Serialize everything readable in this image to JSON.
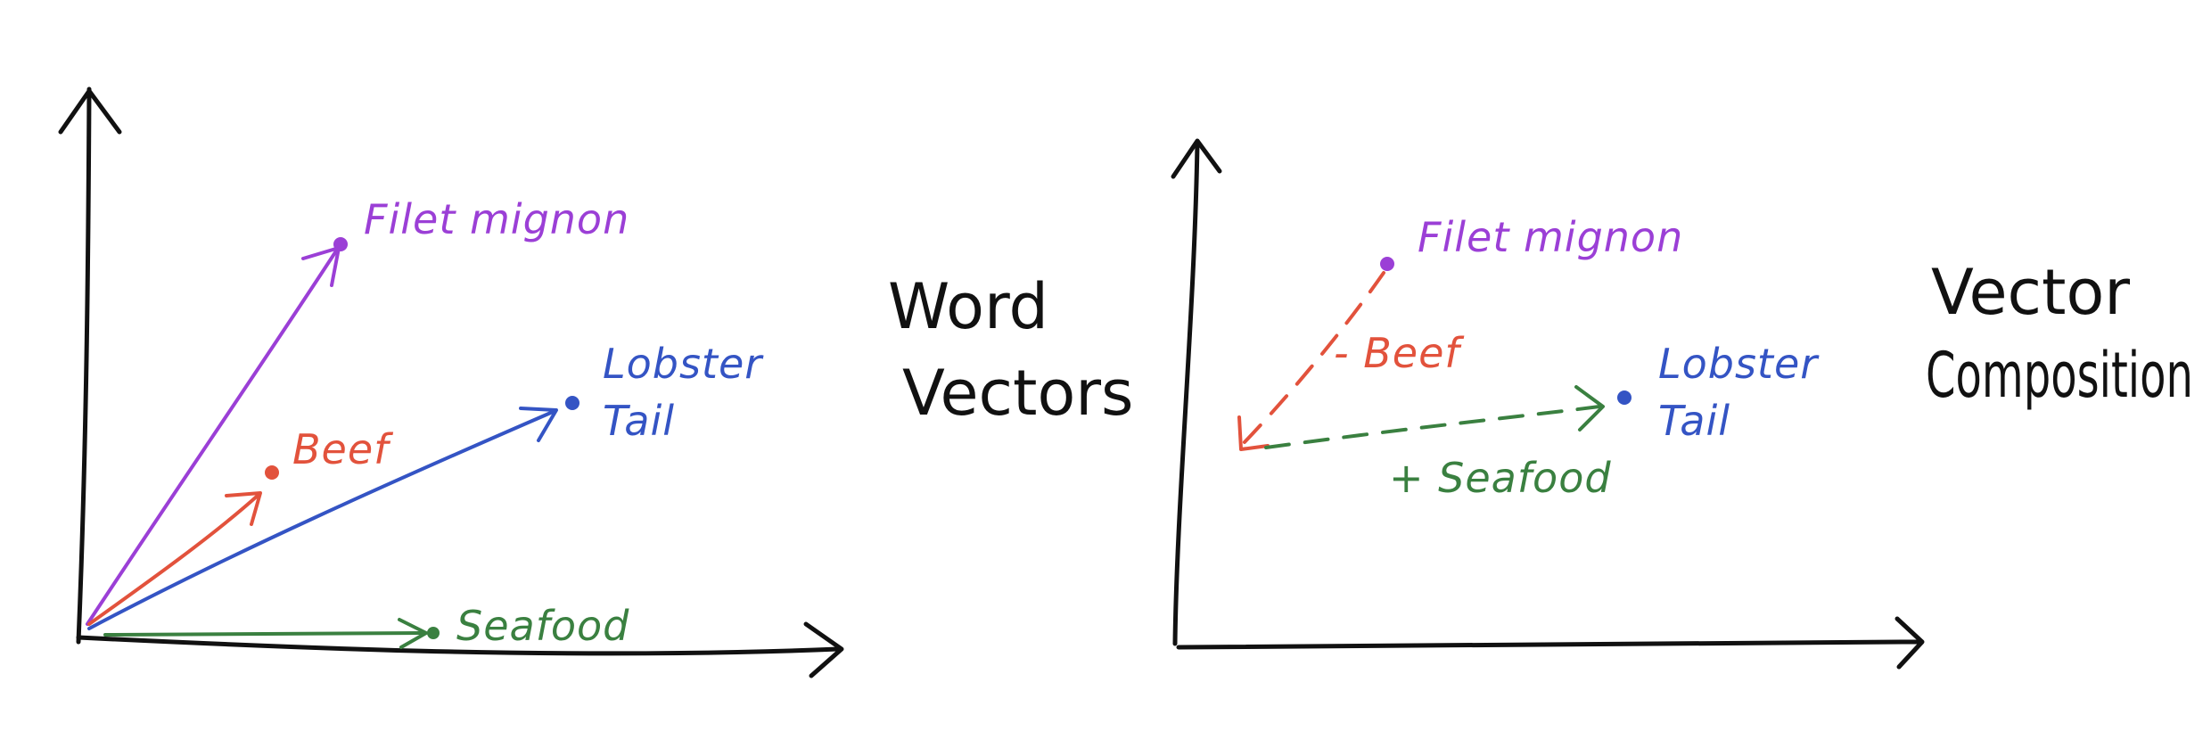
{
  "colors": {
    "purple": "#9b3fd6",
    "red": "#e2523c",
    "blue": "#3454c4",
    "green": "#3a8040",
    "black": "#111111"
  },
  "left_panel": {
    "title_line1": "Word",
    "title_line2": "Vectors",
    "filet_label": "Filet mignon",
    "beef_label": "Beef",
    "lobster_line1": "Lobster",
    "lobster_line2": "Tail",
    "seafood_label": "Seafood"
  },
  "right_panel": {
    "title_line1": "Vector",
    "title_line2": "Composition",
    "filet_label": "Filet mignon",
    "beef_label": "- Beef",
    "lobster_line1": "Lobster",
    "lobster_line2": "Tail",
    "seafood_label": "+ Seafood"
  }
}
